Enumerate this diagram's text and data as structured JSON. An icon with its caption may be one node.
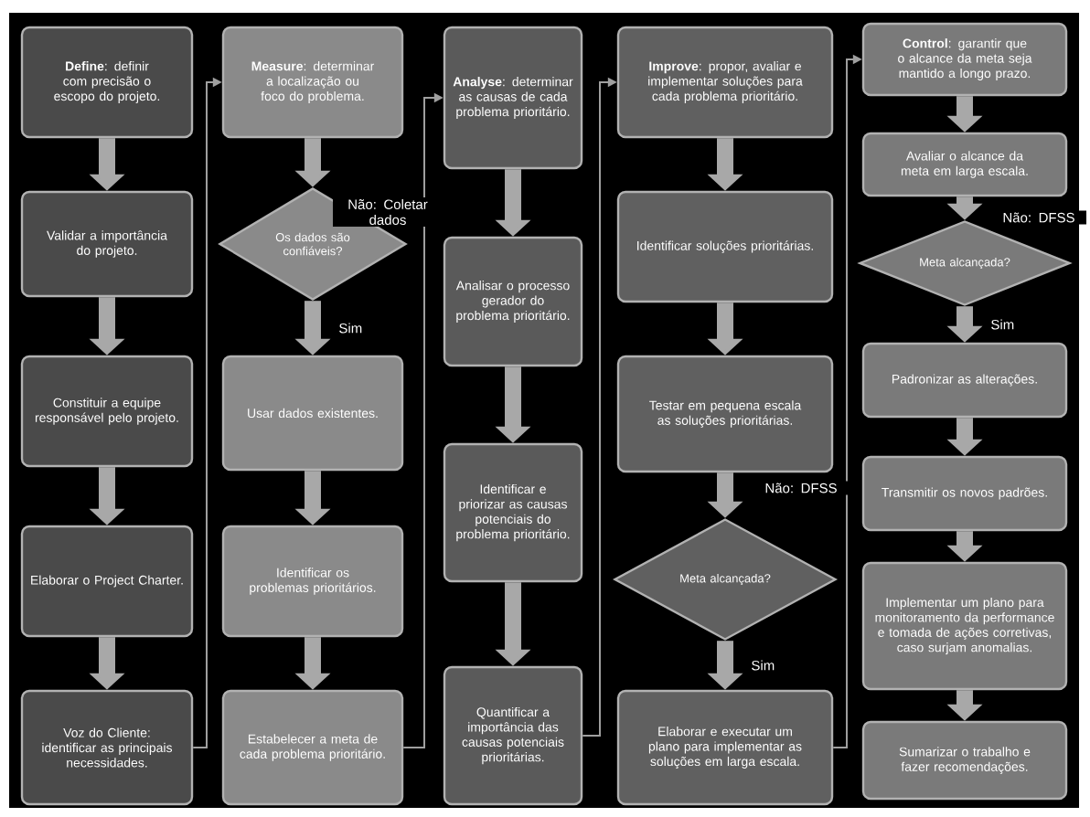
{
  "diagram": {
    "nodes": [
      {
        "text": [
          "**Define**: definir com precisão o escopo do projeto."
        ]
      },
      {
        "text": [
          "Validar a importância do projeto."
        ]
      },
      {
        "text": [
          "Constituir a equipe responsável pelo projeto."
        ]
      },
      {
        "text": [
          "Elaborar o Project Charter."
        ]
      },
      {
        "text": [
          "Voz do Cliente: identificar as principais necessidades."
        ]
      },
      {
        "text": [
          "**Measure**: determinar a localização ou foco do problema."
        ]
      },
      {
        "text": [
          "Os dados são confiáveis?"
        ]
      },
      {
        "text": [
          "Usar dados existentes."
        ]
      },
      {
        "text": [
          "Identificar os problemas prioritários."
        ]
      },
      {
        "text": [
          "Estabelecer a meta de cada problema prioritário."
        ]
      },
      {
        "text": [
          "**Analyse**: determinar as causas de cada problema prioritário."
        ]
      },
      {
        "text": [
          "Analisar o processo gerador do problema prioritário."
        ]
      },
      {
        "text": [
          "Identificar e priorizar as causas potenciais do problema prioritário."
        ]
      },
      {
        "text": [
          "Quantificar a importância das causas potenciais prioritárias."
        ]
      },
      {
        "text": [
          "**Improve**: propor, avaliar e implementar soluções para cada problema prioritário."
        ]
      },
      {
        "text": [
          "Identificar soluções prioritárias."
        ]
      },
      {
        "text": [
          "Testar em pequena escala as soluções prioritárias."
        ]
      },
      {
        "text": [
          "Meta alcançada?"
        ]
      },
      {
        "text": [
          "Elaborar e executar um plano para implementar as soluções em larga escala."
        ]
      },
      {
        "text": [
          "**Control**: garantir que o alcance da meta seja mantido a longo prazo."
        ]
      },
      {
        "text": [
          "Avaliar o alcance da meta em larga escala."
        ]
      },
      {
        "text": [
          "Meta alcançada?"
        ]
      },
      {
        "text": [
          "Padronizar as alterações."
        ]
      },
      {
        "text": [
          "Transmitir os novos padrões."
        ]
      },
      {
        "text": [
          "Implementar um plano para monitoramento da performance e tomada de ações corretivas, caso surjam anomalias."
        ]
      },
      {
        "text": [
          "Sumarizar o trabalho e fazer recomendações."
        ]
      }
    ],
    "edges": [
      {
        "from": 0,
        "to": 1,
        "arrow": "to"
      },
      {
        "from": 1,
        "to": 2,
        "arrow": "to"
      },
      {
        "from": 2,
        "to": 3,
        "arrow": "to"
      },
      {
        "from": 3,
        "to": 4,
        "arrow": "to"
      },
      {
        "from": 4,
        "to": 5,
        "arrow": "to"
      },
      {
        "from": 5,
        "to": 6,
        "arrow": "to"
      },
      {
        "from": 6,
        "to": 7,
        "arrow": "to",
        "label": "Sim"
      },
      {
        "from": 7,
        "to": 8,
        "arrow": "to"
      },
      {
        "from": 8,
        "to": 9,
        "arrow": "to"
      },
      {
        "from": 9,
        "to": 10,
        "arrow": "to"
      },
      {
        "from": 10,
        "to": 11,
        "arrow": "to"
      },
      {
        "from": 11,
        "to": 12,
        "arrow": "to"
      },
      {
        "from": 12,
        "to": 13,
        "arrow": "to"
      },
      {
        "from": 13,
        "to": 14,
        "arrow": "to"
      },
      {
        "from": 14,
        "to": 15,
        "arrow": "to"
      },
      {
        "from": 15,
        "to": 16,
        "arrow": "to"
      },
      {
        "from": 16,
        "to": 17,
        "arrow": "to"
      },
      {
        "from": 17,
        "to": 18,
        "arrow": "to",
        "label": "Sim"
      },
      {
        "from": 18,
        "to": 19,
        "arrow": "to"
      },
      {
        "from": 19,
        "to": 20,
        "arrow": "to"
      },
      {
        "from": 20,
        "to": 21,
        "arrow": "to"
      },
      {
        "from": 21,
        "to": 22,
        "arrow": "to",
        "label": "Sim"
      },
      {
        "from": 22,
        "to": 23,
        "arrow": "to"
      },
      {
        "from": 23,
        "to": 24,
        "arrow": "to"
      },
      {
        "from": 24,
        "to": 25,
        "arrow": "to"
      }
    ],
    "labels": [
      "Não: Coletar dados",
      "Não: DFSS",
      "Não: DFSS"
    ]
  }
}
